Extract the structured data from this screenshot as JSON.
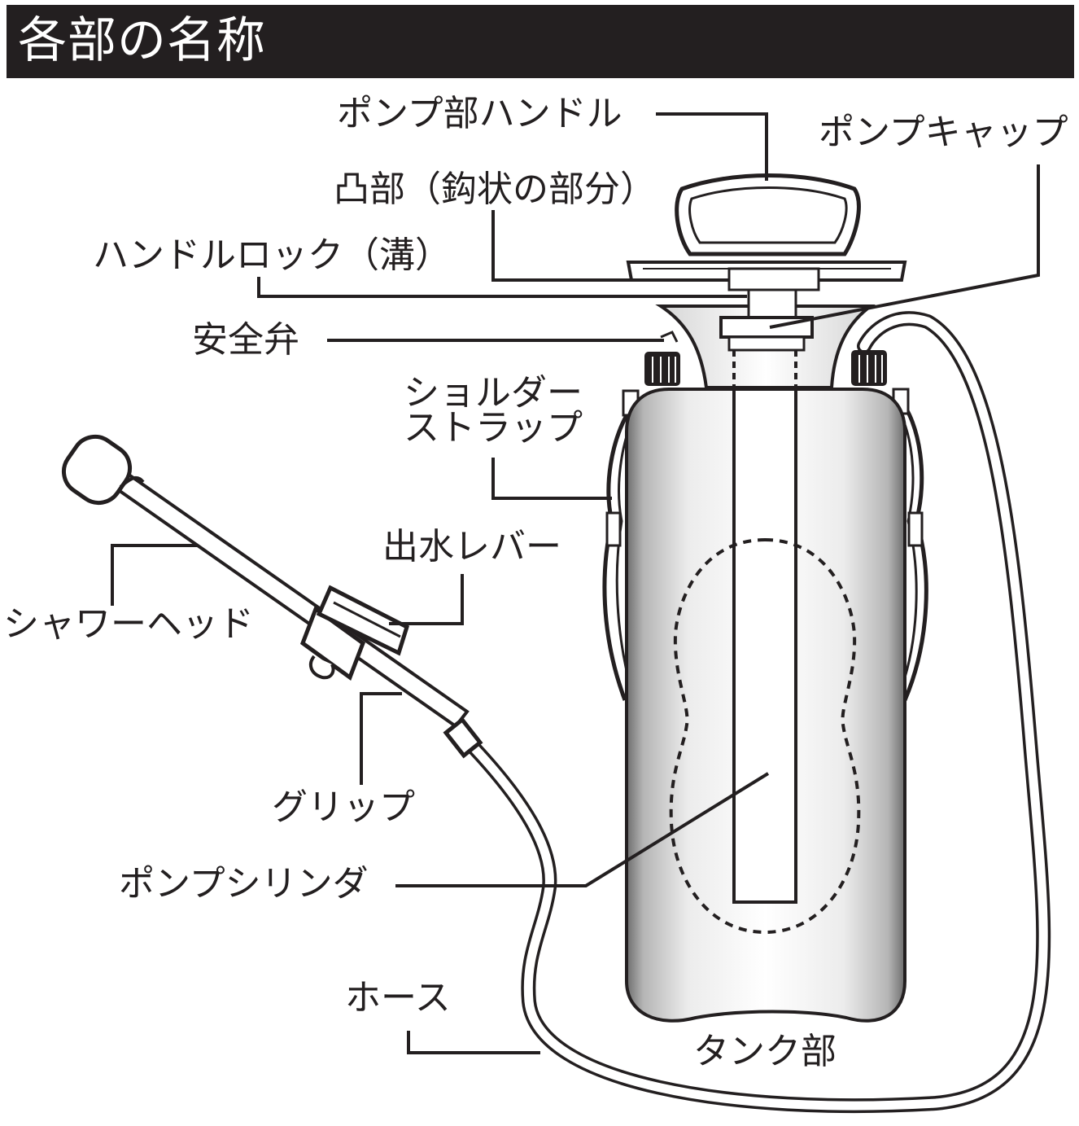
{
  "header": {
    "title": "各部の名称"
  },
  "labels": {
    "pump_handle": "ポンプ部ハンドル",
    "pump_cap": "ポンプキャップ",
    "hook": "凸部（鈎状の部分）",
    "handle_lock": "ハンドルロック（溝）",
    "safety_valve": "安全弁",
    "shoulder_strap_1": "ショルダー",
    "shoulder_strap_2": "ストラップ",
    "water_lever": "出水レバー",
    "shower_head": "シャワーヘッド",
    "grip": "グリップ",
    "pump_cylinder": "ポンプシリンダ",
    "hose": "ホース",
    "tank": "タンク部"
  },
  "colors": {
    "ink": "#231f20",
    "header_bg": "#231f20",
    "header_text": "#ffffff",
    "background": "#ffffff"
  }
}
